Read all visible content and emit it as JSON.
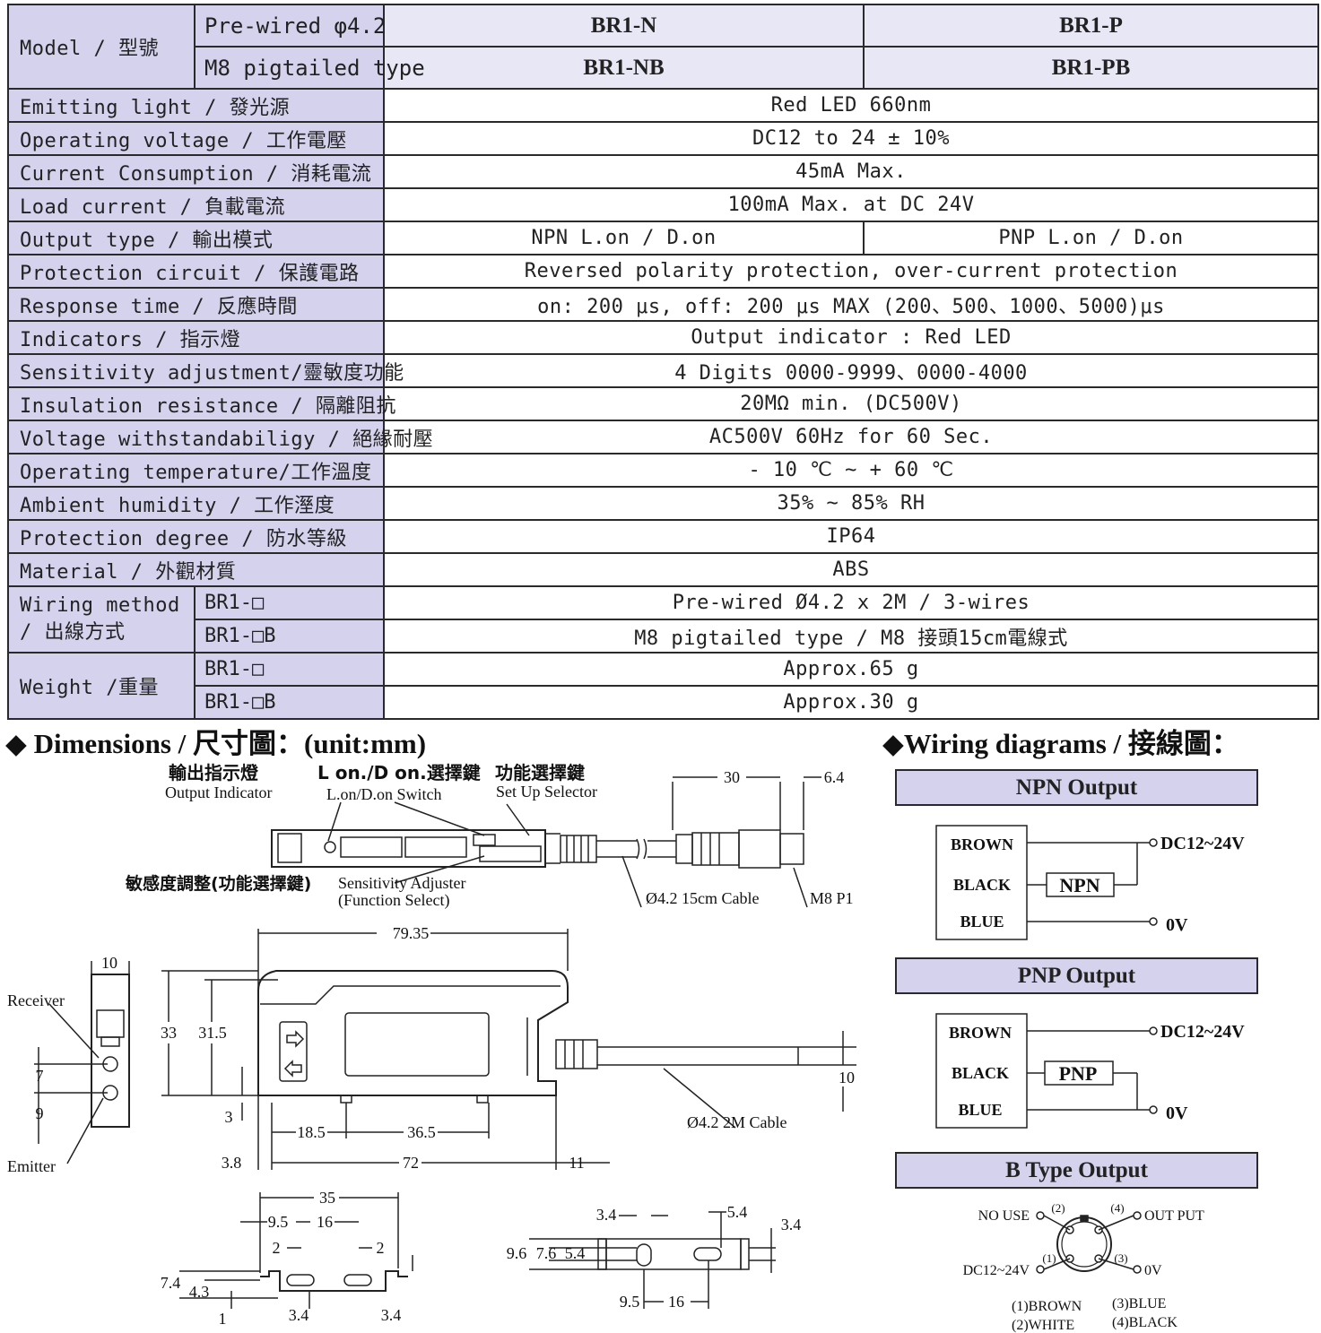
{
  "table": {
    "model_label": "Model / 型號",
    "prewired_label": "Pre-wired φ4.2",
    "m8_label": "M8 pigtailed type",
    "models": {
      "n": "BR1-N",
      "p": "BR1-P",
      "nb": "BR1-NB",
      "pb": "BR1-PB"
    },
    "rows": [
      {
        "label": "Emitting light / 發光源",
        "value": "Red LED 660nm"
      },
      {
        "label": "Operating voltage / 工作電壓",
        "value": "DC12 to 24 ± 10%"
      },
      {
        "label": "Current Consumption / 消耗電流",
        "value": "45mA Max."
      },
      {
        "label": "Load current / 負載電流",
        "value": "100mA Max. at DC 24V"
      },
      {
        "label": "Output type / 輸出模式",
        "value_npn": "NPN L.on / D.on",
        "value_pnp": "PNP L.on / D.on"
      },
      {
        "label": "Protection circuit / 保護電路",
        "value": "Reversed polarity protection, over-current protection"
      },
      {
        "label": "Response time / 反應時間",
        "value": "on: 200 μs, off: 200 μs MAX (200、500、1000、5000)μs"
      },
      {
        "label": "Indicators / 指示燈",
        "value": "Output indicator : Red LED"
      },
      {
        "label": "Sensitivity adjustment/靈敏度功能",
        "value": "4 Digits 0000-9999、0000-4000"
      },
      {
        "label": "Insulation resistance / 隔離阻抗",
        "value": "20MΩ min. (DC500V)"
      },
      {
        "label": "Voltage withstandabiligy / 絕緣耐壓",
        "value": "AC500V 60Hz for 60 Sec."
      },
      {
        "label": "Operating temperature/工作溫度",
        "value": "- 10 ℃ ~ + 60 ℃"
      },
      {
        "label": "Ambient humidity / 工作溼度",
        "value": "35% ~ 85% RH"
      },
      {
        "label": "Protection degree / 防水等級",
        "value": "IP64"
      },
      {
        "label": "Material / 外觀材質",
        "value": "ABS"
      }
    ],
    "wiring_label": "Wiring method / 出線方式",
    "wiring_a_sub": "BR1-□",
    "wiring_a_val": "Pre-wired Ø4.2 x 2M / 3-wires",
    "wiring_b_sub": "BR1-□B",
    "wiring_b_val": "M8 pigtailed type / M8 接頭15cm電線式",
    "weight_label": "Weight /重量",
    "weight_a_sub": "BR1-□",
    "weight_a_val": "Approx.65 g",
    "weight_b_sub": "BR1-□B",
    "weight_b_val": "Approx.30 g"
  },
  "dimensions": {
    "heading": "◆ Dimensions / 尺寸圖：(unit:mm)",
    "output_indicator_zh": "輸出指示燈",
    "output_indicator_en": "Output Indicator",
    "lon_switch_zh": "L on./D on.選擇鍵",
    "lon_switch_en": "L.on/D.on Switch",
    "setup_zh": "功能選擇鍵",
    "setup_en": "Set Up Selector",
    "sens_zh": "敏感度調整(功能選擇鍵)",
    "sens_en1": "Sensitivity Adjuster",
    "sens_en2": "(Function Select)",
    "cable15": "Ø4.2 15cm Cable",
    "m8p1": "M8 P1",
    "cable2m": "Ø4.2 2M Cable",
    "receiver": "Receiver",
    "emitter": "Emitter",
    "dims": {
      "d30": "30",
      "d64": "6.4",
      "d7935": "79.35",
      "d10a": "10",
      "d33": "33",
      "d315": "31.5",
      "d3": "3",
      "d7": "7",
      "d9": "9",
      "d185": "18.5",
      "d365": "36.5",
      "d10b": "10",
      "d38": "3.8",
      "d72": "72",
      "d11": "11",
      "d35": "35",
      "d95a": "9.5",
      "d16a": "16",
      "d2a": "2",
      "d2b": "2",
      "d74": "7.4",
      "d43": "4.3",
      "d1": "1",
      "d34a": "3.4",
      "d34b": "3.4",
      "d34c": "3.4",
      "d54a": "5.4",
      "d34d": "3.4",
      "d96": "9.6",
      "d76": "7.6",
      "d54b": "5.4",
      "d95b": "9.5",
      "d16b": "16"
    }
  },
  "wiring": {
    "heading": "◆Wiring diagrams / 接線圖：",
    "npn_title": "NPN Output",
    "pnp_title": "PNP Output",
    "b_title": "B Type Output",
    "brown": "BROWN",
    "black": "BLACK",
    "blue": "BLUE",
    "npn": "NPN",
    "pnp": "PNP",
    "dc": "DC12~24V",
    "ov": "0V",
    "no_use": "NO USE",
    "out_put": "OUT PUT",
    "pin_dc": "DC12~24V",
    "pin_ov": "0V",
    "p1": "(1)",
    "p2": "(2)",
    "p3": "(3)",
    "p4": "(4)",
    "leg1": "(1)BROWN",
    "leg2": "(2)WHITE",
    "leg3": "(3)BLUE",
    "leg4": "(4)BLACK"
  }
}
